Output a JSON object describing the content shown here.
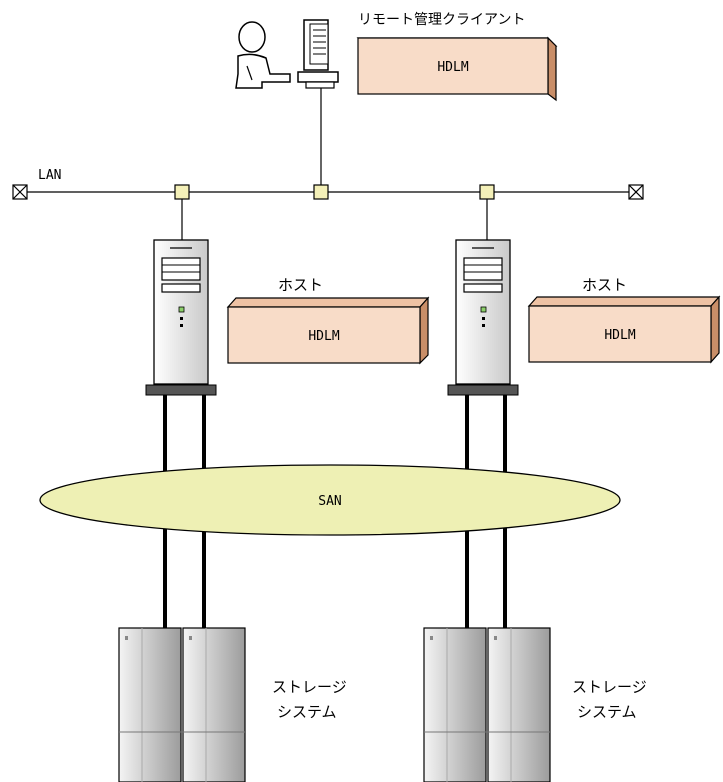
{
  "network": {
    "lan_label": "LAN",
    "san_label": "SAN"
  },
  "remote_client": {
    "title": "リモート管理クライアント",
    "software": "HDLM"
  },
  "hosts": [
    {
      "title": "ホスト",
      "software": "HDLM"
    },
    {
      "title": "ホスト",
      "software": "HDLM"
    }
  ],
  "storage_systems": [
    {
      "title_line1": "ストレージ",
      "title_line2": "システム"
    },
    {
      "title_line1": "ストレージ",
      "title_line2": "システム"
    }
  ],
  "colors": {
    "software_box_front": "#f8dcc8",
    "software_box_side": "#c98e68",
    "software_box_top": "#eec2a4",
    "san_fill": "#eef0b4",
    "lan_node_fill": "#f4f0b8",
    "line": "#000000"
  }
}
